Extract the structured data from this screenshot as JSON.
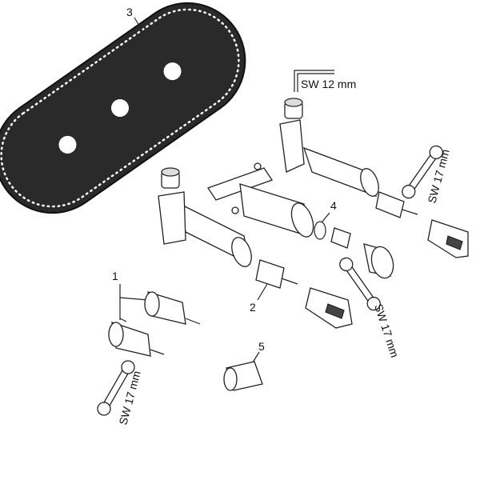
{
  "labels": {
    "part_1": "1",
    "part_2": "2",
    "part_3": "3",
    "part_4": "4",
    "part_5": "5",
    "wrench_top": "SW 12 mm",
    "wrench_right": "SW 17 mm",
    "wrench_middle": "SW 17 mm",
    "wrench_left": "SW 17 mm"
  },
  "colors": {
    "gasket": "#2a2a2a",
    "line": "#222222"
  }
}
